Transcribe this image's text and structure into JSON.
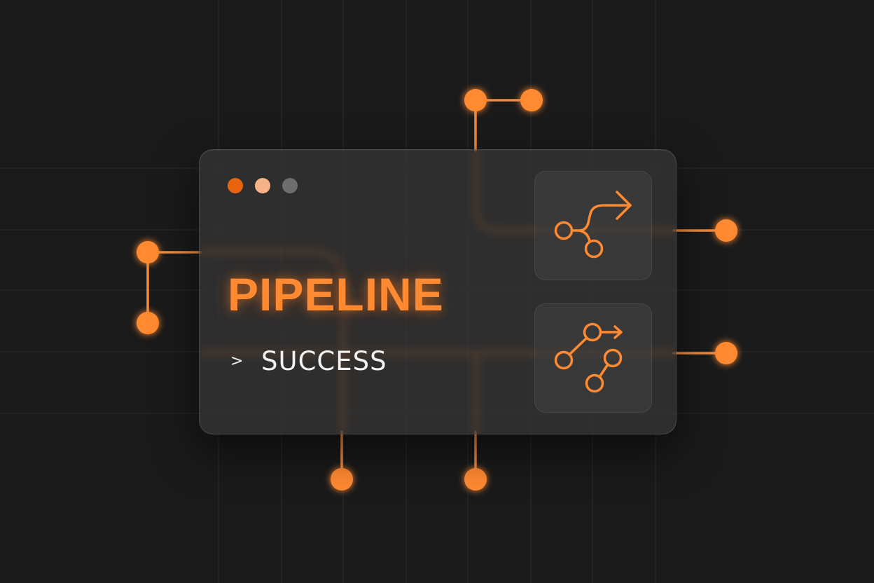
{
  "card": {
    "title": "PIPELINE",
    "prompt_symbol": ">",
    "status": "SUCCESS"
  },
  "window_controls": [
    "dot-orange",
    "dot-peach",
    "dot-gray"
  ],
  "icons": {
    "top_tile": "branch-arrow-icon",
    "bottom_tile": "git-merge-icon"
  },
  "colors": {
    "background": "#1a1a1a",
    "accent": "#ff8a32",
    "accent_dark": "#e8650f",
    "accent_light": "#f6b38a",
    "neutral_dot": "#6e6e6e",
    "status_text": "#f2f2f2"
  }
}
